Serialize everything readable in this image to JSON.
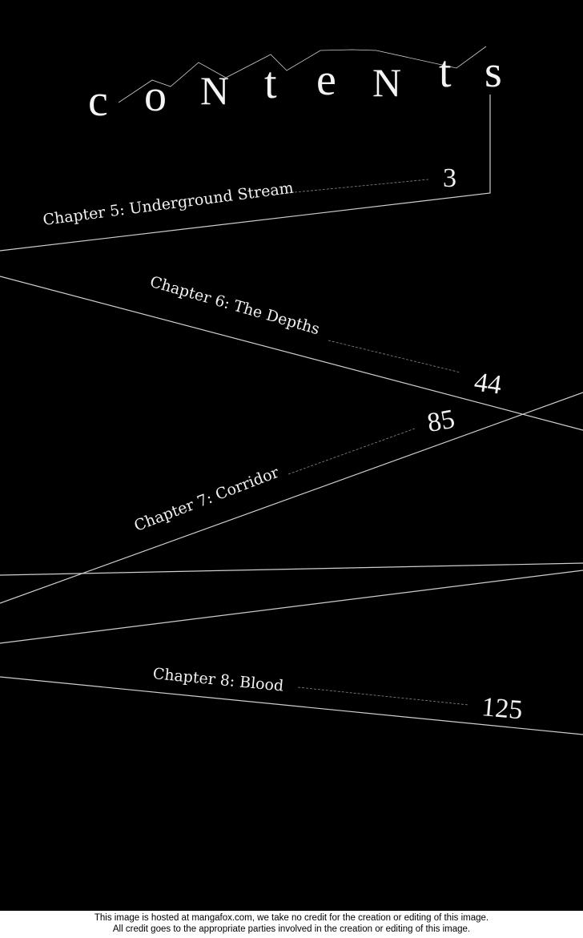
{
  "title_letters": [
    "c",
    "o",
    "N",
    "t",
    "e",
    "N",
    "t",
    "s"
  ],
  "chapters": [
    {
      "label": "Chapter 5: Underground Stream",
      "page": "3"
    },
    {
      "label": "Chapter 6: The Depths",
      "page": "44"
    },
    {
      "label": "Chapter 7: Corridor",
      "page": "85"
    },
    {
      "label": "Chapter 8: Blood",
      "page": "125"
    }
  ],
  "footer": {
    "line1": "This image is hosted at mangafox.com, we take no credit for the creation or editing of this image.",
    "line2": "All credit goes to the appropriate parties involved in the creation or editing of this image."
  }
}
